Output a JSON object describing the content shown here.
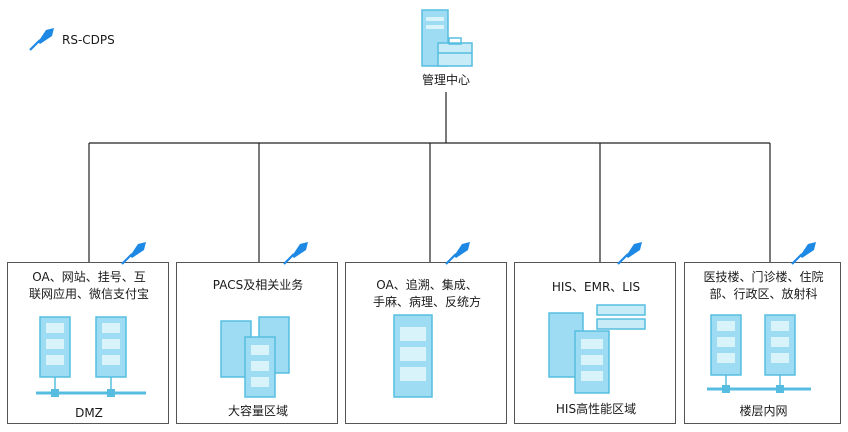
{
  "legend": {
    "label": "RS-CDPS"
  },
  "center": {
    "label": "管理中心"
  },
  "zones": [
    {
      "line1": "OA、网站、挂号、互",
      "line2": "联网应用、微信支付宝",
      "footer": "DMZ"
    },
    {
      "line1": "PACS及相关业务",
      "line2": "",
      "footer": "大容量区域"
    },
    {
      "line1": "OA、追溯、集成、",
      "line2": "手麻、病理、反统方",
      "footer": ""
    },
    {
      "line1": "HIS、EMR、LIS",
      "line2": "",
      "footer": "HIS高性能区域"
    },
    {
      "line1": "医技楼、门诊楼、住院",
      "line2": "部、行政区、放射科",
      "footer": "楼层内网"
    }
  ],
  "colors": {
    "server": "#8fd8f0",
    "server_dark": "#4fb8dc",
    "pin": "#1e88e5",
    "line": "#222222"
  }
}
